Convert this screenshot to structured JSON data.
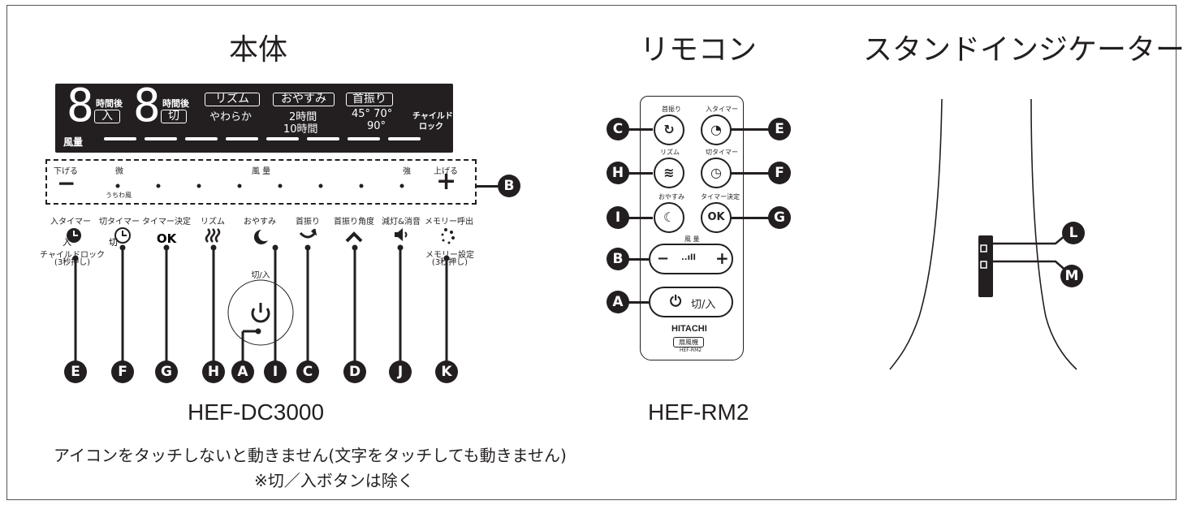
{
  "titles": {
    "main_unit": "本体",
    "remote": "リモコン",
    "stand_indicator": "スタンドインジケーター"
  },
  "models": {
    "main_unit": "HEF-DC3000",
    "remote": "HEF-RM2"
  },
  "notes": {
    "line1": "アイコンをタッチしないと動きません(文字をタッチしても動きません)",
    "line2": "※切／入ボタンは除く"
  },
  "display": {
    "digit1": "8",
    "digit2": "8",
    "timer_after_1": "時間後",
    "timer_on": "入",
    "timer_after_2": "時間後",
    "timer_off": "切",
    "rhythm": "リズム",
    "rhythm_mode": "やわらか",
    "sleep": "おやすみ",
    "sleep_2h": "2時間",
    "sleep_10h": "10時間",
    "swing": "首振り",
    "swing_angles": "45° 70°",
    "swing_90": "90°",
    "child_lock_1": "チャイルド",
    "child_lock_2": "ロック",
    "airflow": "風量"
  },
  "slider": {
    "down": "下げる",
    "weak": "微",
    "uchiwa": "うちわ風",
    "airflow": "風 量",
    "strong": "強",
    "up": "上げる",
    "minus": "−",
    "plus": "+"
  },
  "panel_buttons": [
    {
      "label": "入タイマー",
      "icon": "on-timer-icon",
      "sub1": "チャイルドロック",
      "sub2": "(3秒押し)",
      "badge": "E"
    },
    {
      "label": "切タイマー",
      "icon": "off-timer-icon",
      "badge": "F"
    },
    {
      "label": "タイマー決定",
      "icon_text": "OK",
      "badge": "G"
    },
    {
      "label": "リズム",
      "icon_text": "SSS",
      "badge": "H"
    },
    {
      "label": "おやすみ",
      "icon": "moon-icon",
      "badge": "I"
    },
    {
      "label": "首振り",
      "icon": "swing-icon",
      "badge": "C"
    },
    {
      "label": "首振り角度",
      "icon": "angle-icon",
      "badge": "D"
    },
    {
      "label": "減灯&消音",
      "icon": "dim-mute-icon",
      "badge": "J"
    },
    {
      "label": "メモリー呼出",
      "icon": "memory-icon",
      "sub1": "メモリー設定",
      "sub2": "(3秒押し)",
      "badge": "K"
    }
  ],
  "power": {
    "label": "切/入",
    "badge": "A"
  },
  "slider_badge": "B",
  "remote": {
    "swing": "首振り",
    "on_timer": "入タイマー",
    "rhythm": "リズム",
    "off_timer": "切タイマー",
    "sleep": "おやすみ",
    "timer_set": "タイマー決定",
    "ok": "OK",
    "airflow": "風 量",
    "minus": "−",
    "plus": "+",
    "power_text": "切/入",
    "brand": "HITACHI",
    "product": "扇風機",
    "model": "HEF-RM2",
    "badges": {
      "C": "C",
      "E": "E",
      "H": "H",
      "F": "F",
      "I": "I",
      "G": "G",
      "B": "B",
      "A": "A"
    }
  },
  "indicator_badges": {
    "L": "L",
    "M": "M"
  }
}
